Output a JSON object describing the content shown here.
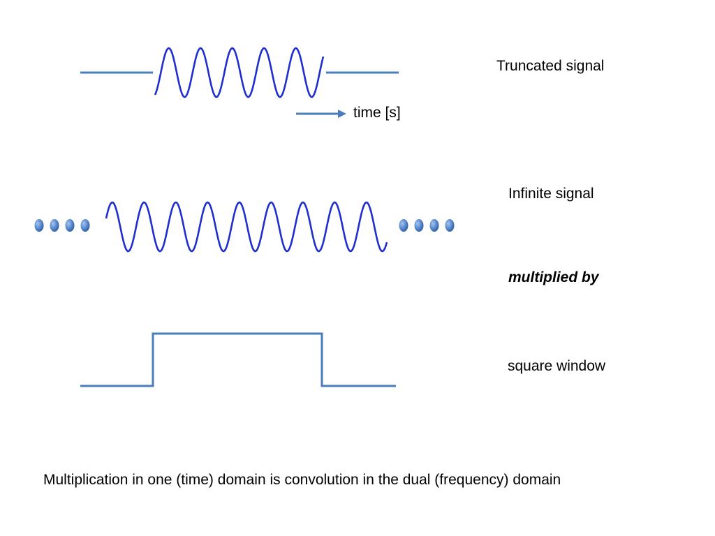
{
  "labels": {
    "truncated": "Truncated signal",
    "time_axis": "time [s]",
    "infinite": "Infinite signal",
    "multiplied_by": "multiplied by",
    "window": "square window",
    "caption": "Multiplication in one (time) domain is convolution in the dual (frequency) domain"
  },
  "colors": {
    "wave": "#1f2ecf",
    "line": "#4a7ebb",
    "dot": "#4f81bd",
    "text": "#000000"
  },
  "icons": {
    "time_arrow": "arrow-right-icon",
    "continuation": "ellipsis-dots-icon"
  }
}
